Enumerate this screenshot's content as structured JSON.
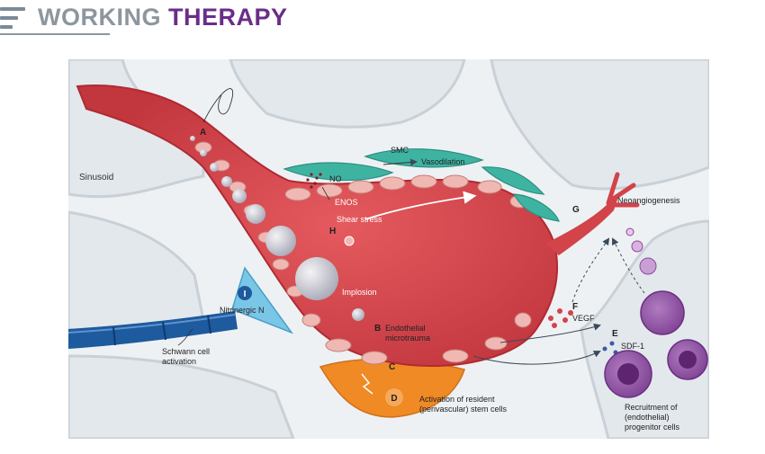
{
  "header": {
    "title_part1": "WORKING",
    "title_part2": "THERAPY"
  },
  "diagram": {
    "labels": {
      "sinusoid": "Sinusoid",
      "smc": "SMC",
      "vasodilation": "Vasodilation",
      "no": "NO",
      "enos": "ENOS",
      "shear_stress": "Shear stress",
      "neoangiogenesis": "Neoangiogenesis",
      "implosion": "Implosion",
      "endothelial_microtrauma_1": "Endothelial",
      "endothelial_microtrauma_2": "microtrauma",
      "nitrinergic": "Nitrinergic N",
      "schwann_1": "Schwann cell",
      "schwann_2": "activation",
      "vegf": "VEGF",
      "sdf": "SDF-1",
      "stem_1": "Activation of resident",
      "stem_2": "(perivascular) stem cells",
      "recruit_1": "Recruitment of",
      "recruit_2": "(endothelial)",
      "recruit_3": "progenitor cells"
    },
    "letters": {
      "a": "A",
      "b": "B",
      "c": "C",
      "d": "D",
      "e": "E",
      "f": "F",
      "g": "G",
      "h": "H",
      "i": "I"
    },
    "colors": {
      "vessel": "#d2434a",
      "smooth_muscle": "#3fb3a2",
      "nerve": "#1d5a9e",
      "stem_cell": "#ef8a25",
      "progenitor": "#8a4a9c",
      "background_tissue": "#e9edf0",
      "title_purple": "#6a2d8a"
    }
  }
}
